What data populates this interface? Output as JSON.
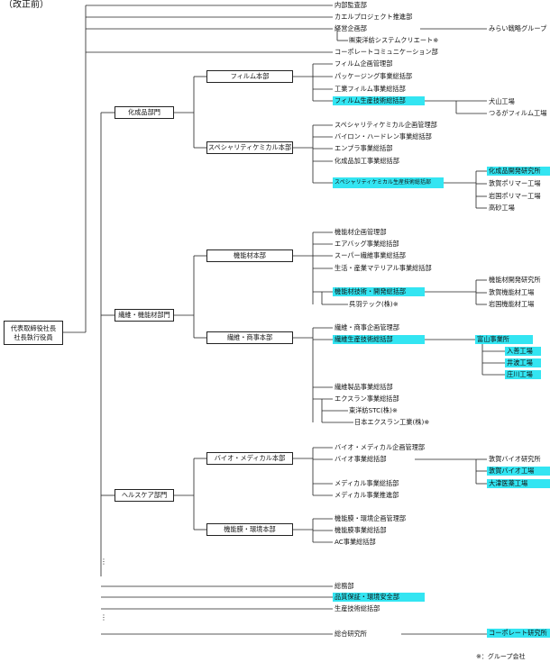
{
  "header": "（改正前）",
  "footnote": "※：グループ会社",
  "root": {
    "line1": "代表取締役社長",
    "line2": "社長執行役員"
  },
  "divisions": {
    "chemical": "化成品部門",
    "fiber": "繊維・機能材部門",
    "health": "ヘルスケア部門"
  },
  "headquarters": {
    "film": "フィルム本部",
    "specialty": "スペシャリティケミカル本部",
    "func_material": "機能材本部",
    "fiber_trade": "繊維・商事本部",
    "bio_medical": "バイオ・メディカル本部",
    "membrane": "機能膜・環境本部"
  },
  "top_staff": [
    "内部監査部",
    "カエルプロジェクト推進部",
    "経営企画部",
    "㈱東洋紡システムクリエート※",
    "コーポレートコミュニケーション部"
  ],
  "mirai": "みらい戦略グループ",
  "film_units": [
    "フィルム企画管理部",
    "パッケージング事業総括部",
    "工業フィルム事業総括部",
    "フィルム生産技術総括部"
  ],
  "film_plants": [
    "犬山工場",
    "つるがフィルム工場"
  ],
  "specialty_units": [
    "スペシャリティケミカル企画管理部",
    "バイロン・ハードレン事業総括部",
    "エンプラ事業総括部",
    "化成品加工事業総括部",
    "スペシャリティケミカル生産技術総括部"
  ],
  "specialty_plants": [
    "化成品開発研究所",
    "敦賀ポリマー工場",
    "岩国ポリマー工場",
    "高砂工場"
  ],
  "func_units": [
    "機能材企画管理部",
    "エアバッグ事業総括部",
    "スーパー繊維事業総括部",
    "生活・産業マテリアル事業総括部",
    "機能材技術・開発総括部",
    "呉羽テック(株)※"
  ],
  "func_plants": [
    "機能材開発研究所",
    "敦賀機能材工場",
    "岩国機能材工場"
  ],
  "fiber_units": [
    "繊維・商事企画管理部",
    "繊維生産技術総括部",
    "繊維製品事業総括部",
    "エクスラン事業総括部",
    "東洋紡STC(株)※",
    "日本エクスラン工業(株)※"
  ],
  "toyama": "富山事業所",
  "toyama_plants": [
    "入善工場",
    "井波工場",
    "庄川工場"
  ],
  "bio_units": [
    "バイオ・メディカル企画管理部",
    "バイオ事業総括部",
    "メディカル事業総括部",
    "メディカル事業推進部"
  ],
  "bio_plants": [
    "敦賀バイオ研究所",
    "敦賀バイオ工場",
    "大津医薬工場"
  ],
  "membrane_units": [
    "機能膜・環境企画管理部",
    "機能膜事業総括部",
    "AC事業総括部"
  ],
  "bottom_staff": [
    "総務部",
    "品質保証・環境安全部",
    "生産技術総括部"
  ],
  "research": "総合研究所",
  "corp_lab": "コーポレート研究所"
}
